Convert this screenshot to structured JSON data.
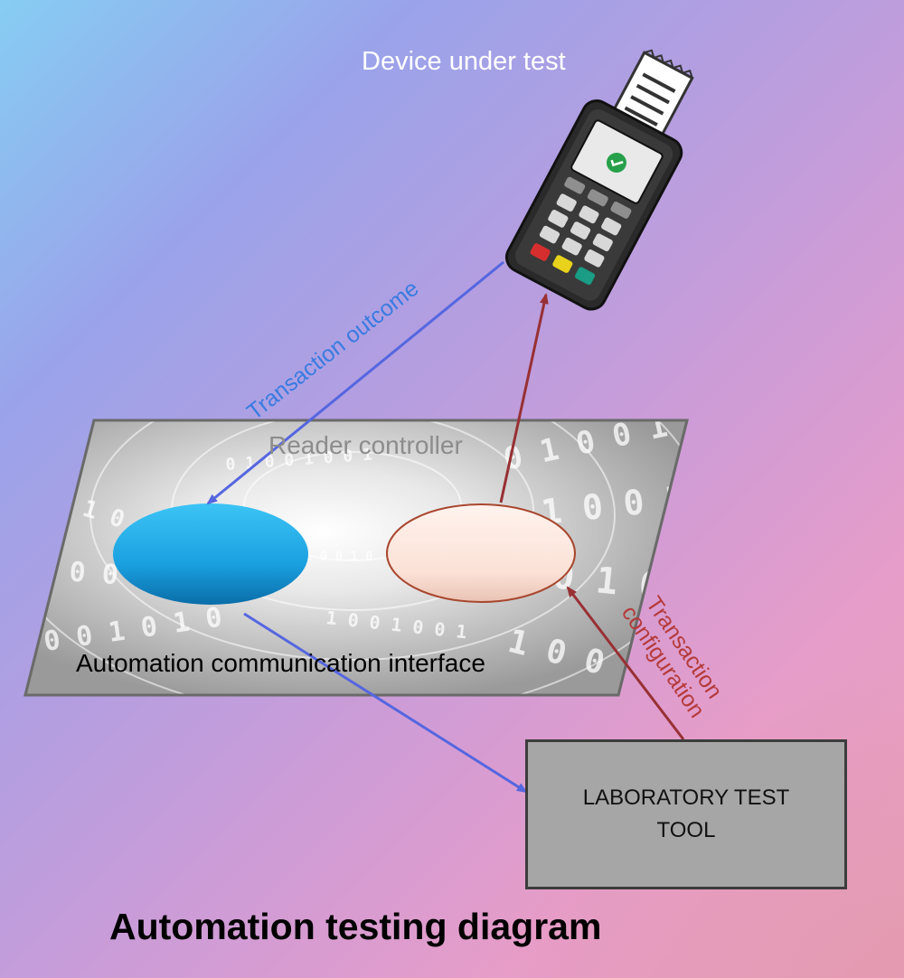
{
  "labels": {
    "device_under_test": "Device under test",
    "transaction_outcome": "Transaction outcome",
    "reader_controller": "Reader controller",
    "automation_interface": "Automation communication interface",
    "transaction_configuration": "Transaction configuration",
    "lab_tool": "LABORATORY TEST TOOL",
    "title": "Automation testing diagram"
  },
  "colors": {
    "outcome_arrow": "#5566e0",
    "config_arrow": "#983034",
    "blue_ellipse": "#1aa6e6",
    "peach_ellipse": "#fbe3da",
    "tool_box": "#a6a6a6"
  },
  "icons": {
    "terminal": "payment-terminal-icon",
    "approved": "check-icon"
  }
}
